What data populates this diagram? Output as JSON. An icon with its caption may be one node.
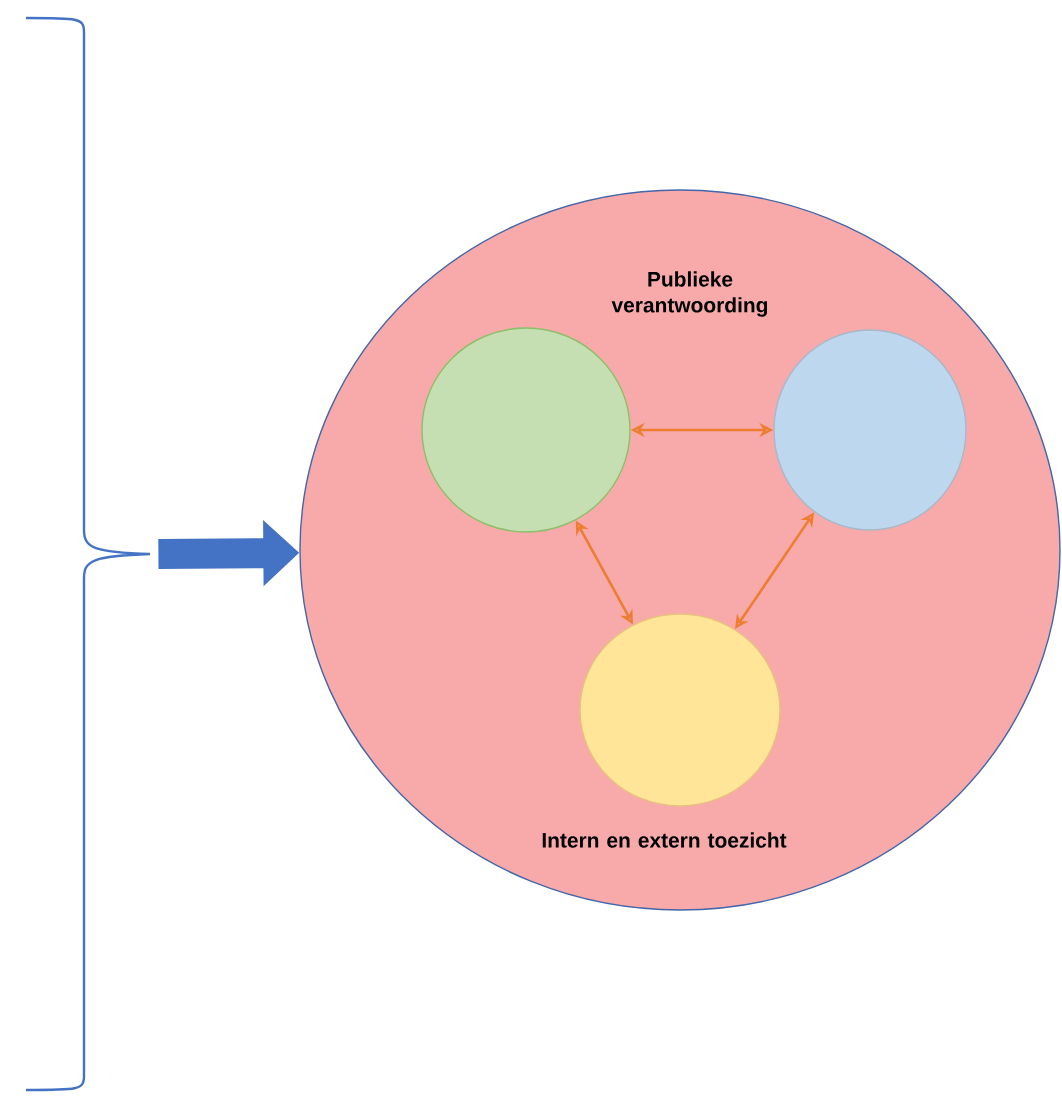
{
  "diagram": {
    "nodes": [
      {
        "text": [],
        "shape": "brace"
      },
      {
        "text": [
          "Publieke verantwoording",
          "Intern en extern toezicht"
        ]
      },
      {
        "text": [],
        "shape": "circle",
        "in": 1
      },
      {
        "text": [],
        "shape": "circle",
        "in": 1
      },
      {
        "text": [],
        "shape": "circle",
        "in": 1
      }
    ],
    "edges": [
      {
        "from": 2,
        "to": 3,
        "arrow": "both"
      },
      {
        "from": 2,
        "to": 4,
        "arrow": "both"
      },
      {
        "from": 3,
        "to": 4,
        "arrow": "both"
      },
      {
        "from": 0,
        "to": 1,
        "arrow": "to",
        "style": "thick",
        "color": "#4472c4"
      }
    ]
  }
}
